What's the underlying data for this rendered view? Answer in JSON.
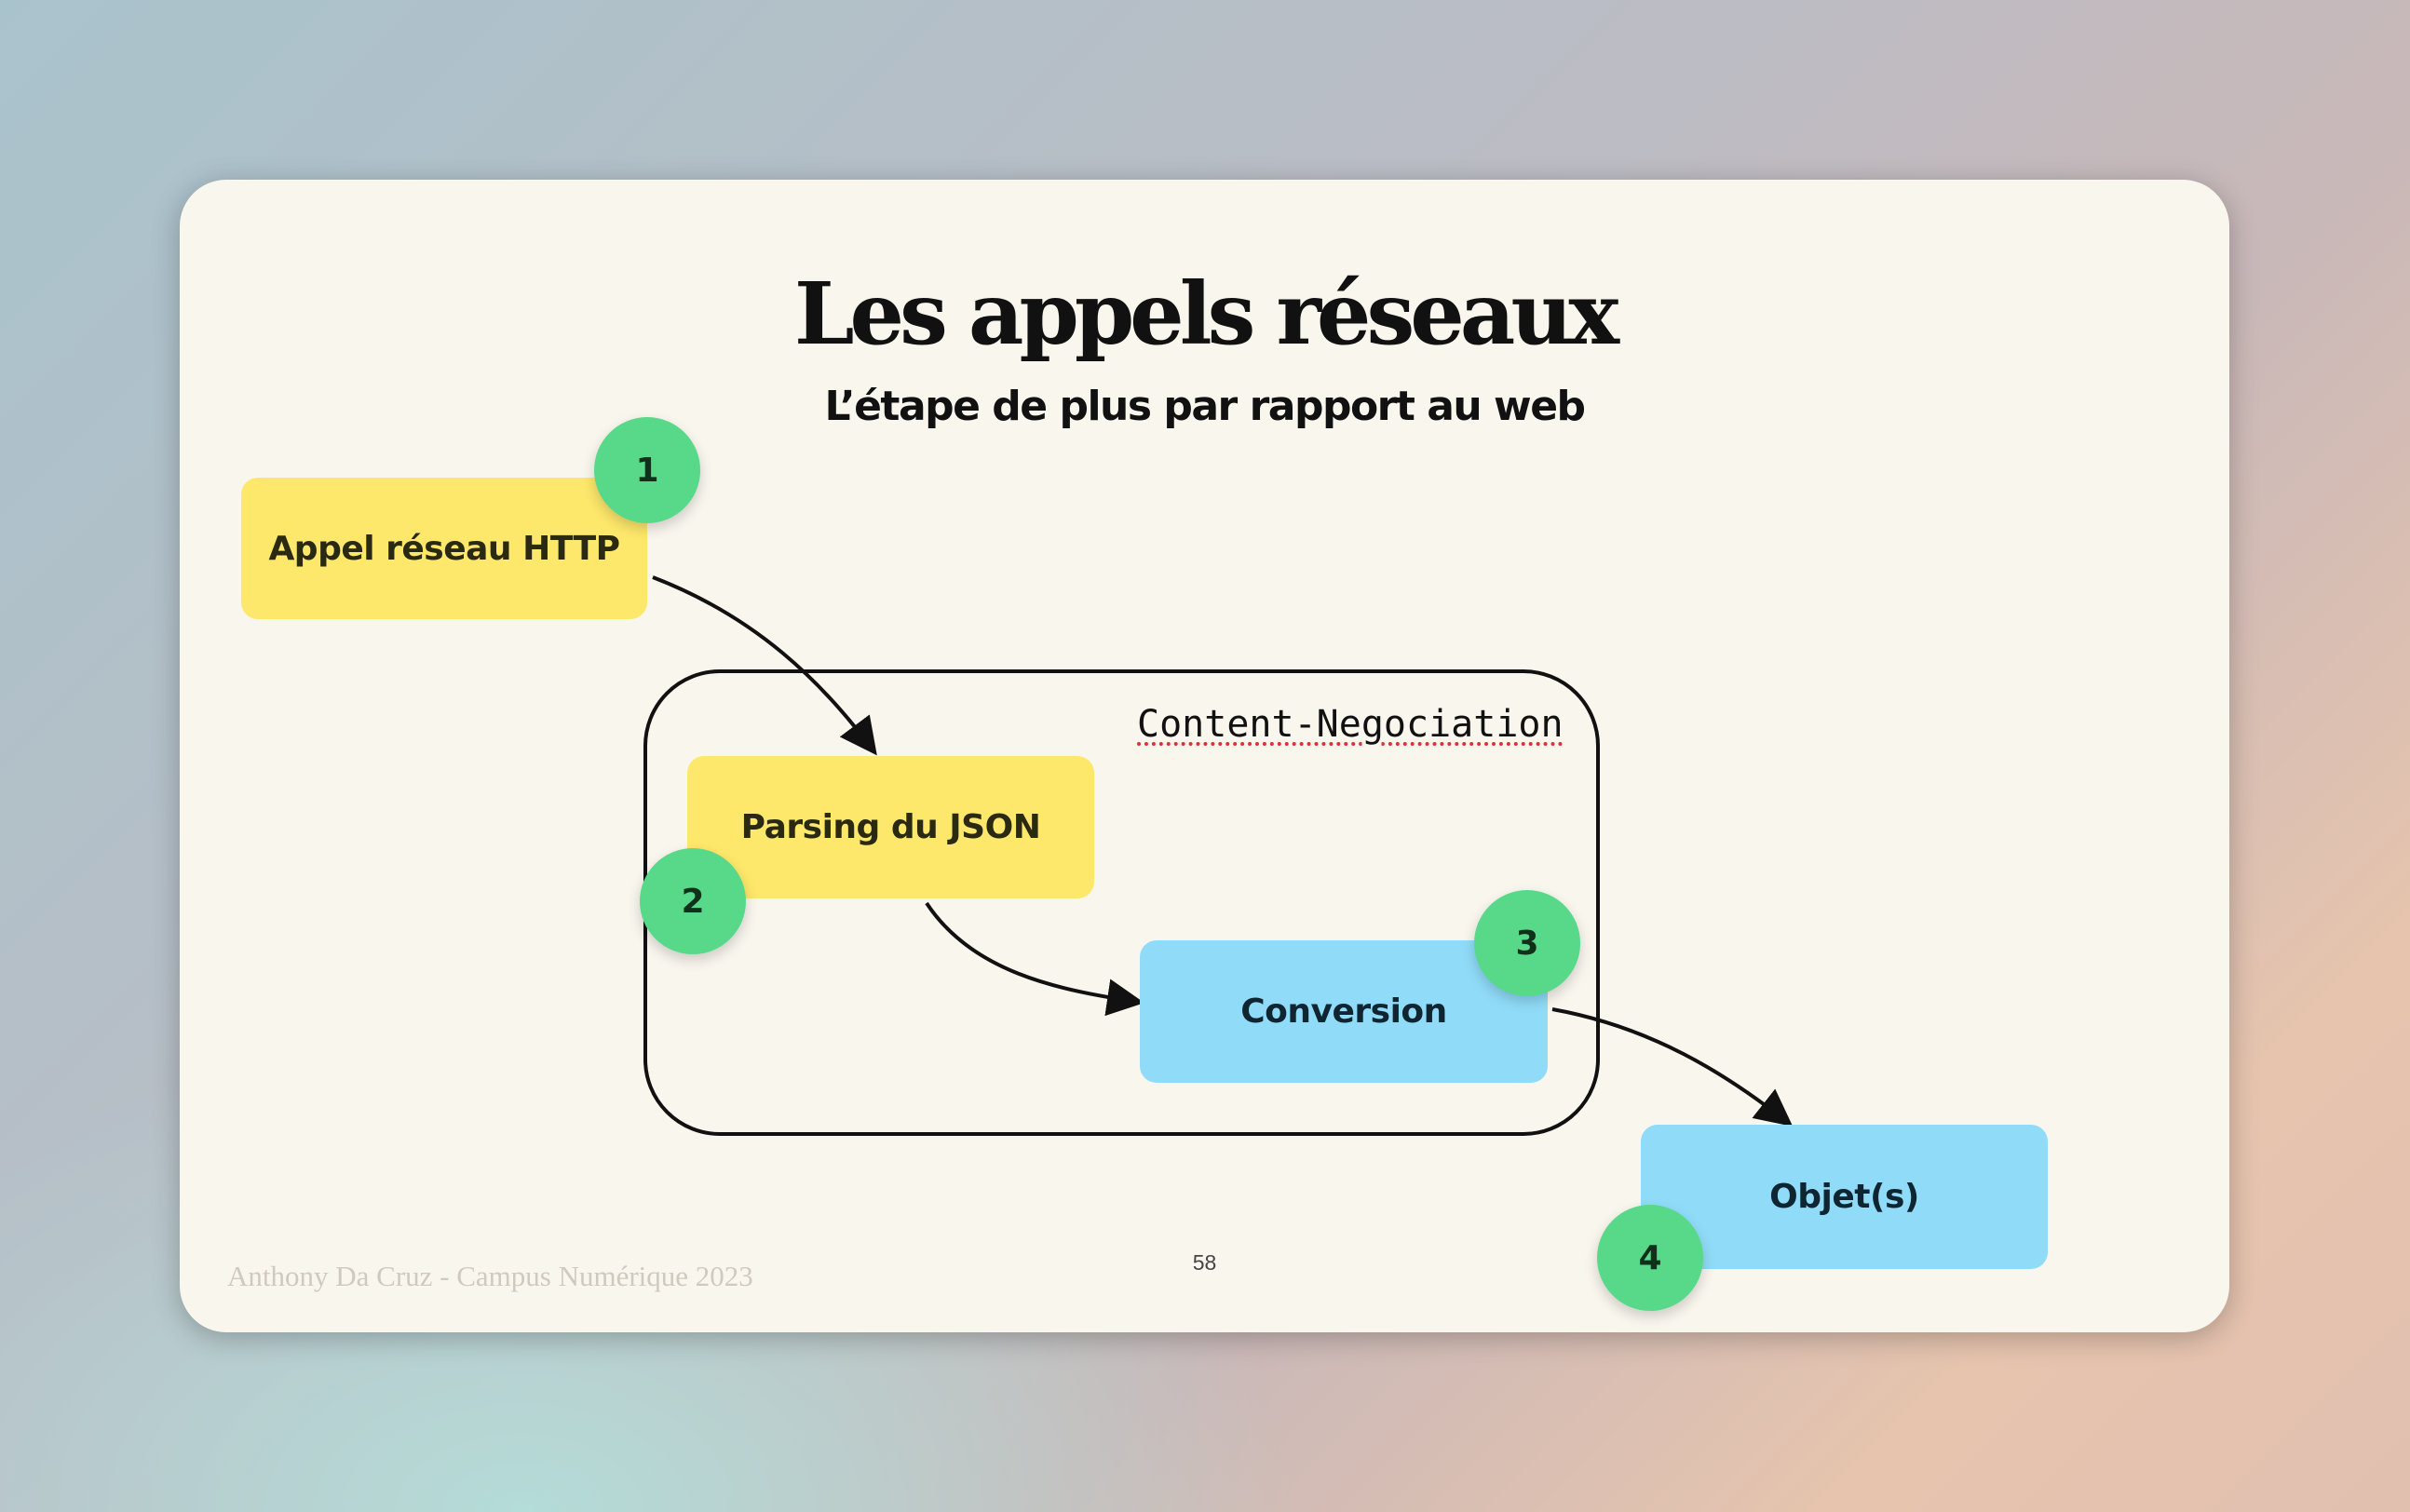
{
  "slide": {
    "title": "Les appels réseaux",
    "subtitle": "L’étape de plus par rapport au web",
    "region_label": "Content-Negociation",
    "steps": [
      {
        "badge": "1",
        "label": "Appel réseau HTTP",
        "color": "#fde86b"
      },
      {
        "badge": "2",
        "label": "Parsing du JSON",
        "color": "#fde86b"
      },
      {
        "badge": "3",
        "label": "Conversion",
        "color": "#90dcf8"
      },
      {
        "badge": "4",
        "label": "Objet(s)",
        "color": "#90dcf8"
      }
    ],
    "badge_color": "#58d98a",
    "footer": "Anthony Da Cruz - Campus Numérique 2023",
    "page_number": "58"
  }
}
